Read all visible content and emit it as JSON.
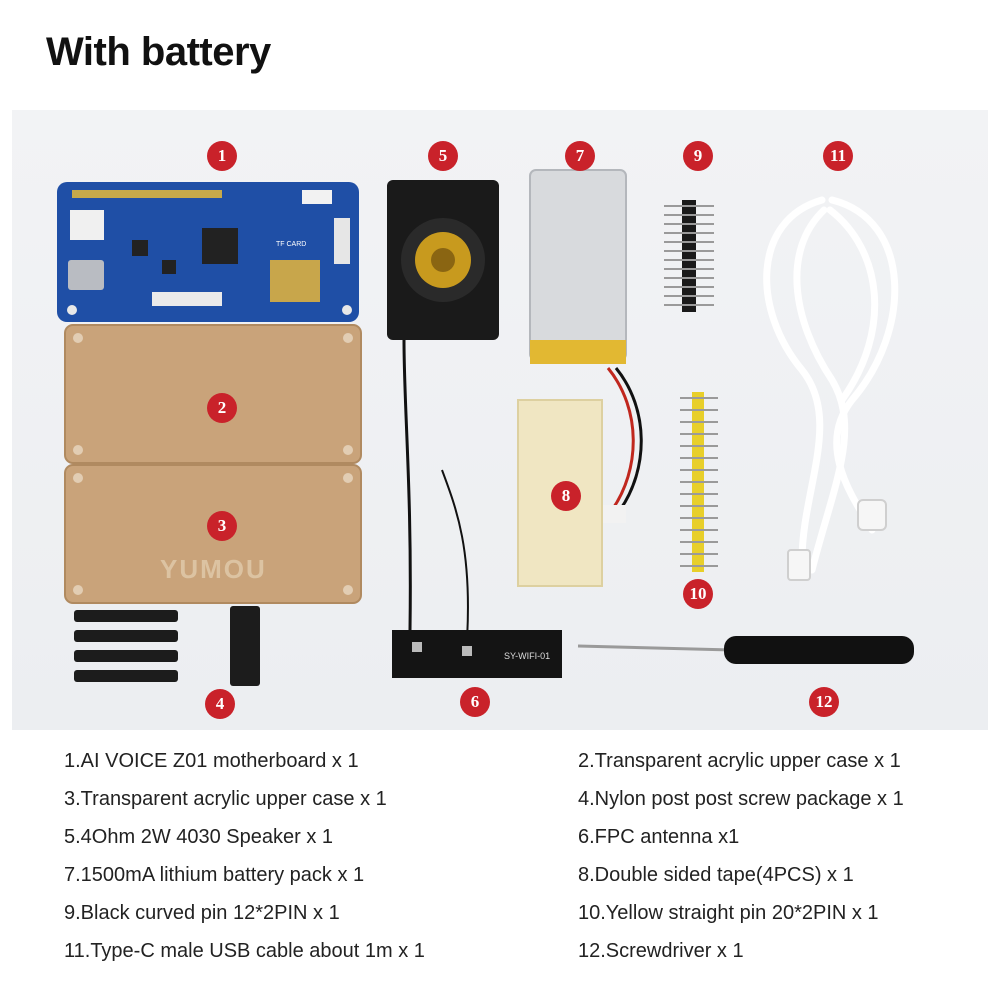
{
  "title": "With battery",
  "photo": {
    "badges": [
      "1",
      "2",
      "3",
      "4",
      "5",
      "6",
      "7",
      "8",
      "9",
      "10",
      "11",
      "12"
    ],
    "case_logo": "YUMOU",
    "pcb_label_tf": "TF CARD",
    "antenna_label": "SY-WIFI-01"
  },
  "parts": [
    "1.AI VOICE Z01 motherboard x 1",
    "2.Transparent acrylic upper case x 1",
    "3.Transparent acrylic upper case x 1",
    "4.Nylon post post screw package x 1",
    "5.4Ohm 2W 4030 Speaker x 1",
    "6.FPC antenna x1",
    "7.1500mA lithium battery pack x 1",
    "8.Double sided tape(4PCS) x 1",
    "9.Black curved pin 12*2PIN x 1",
    "10.Yellow straight pin 20*2PIN x 1",
    "11.Type-C male USB cable about 1m x 1",
    "12.Screwdriver x 1"
  ],
  "colors": {
    "badge": "#c9222a",
    "pcb": "#1f4fa6",
    "acrylic": "#c9a37a",
    "battery": "#d8dadd",
    "tape": "#f0e6c2"
  }
}
